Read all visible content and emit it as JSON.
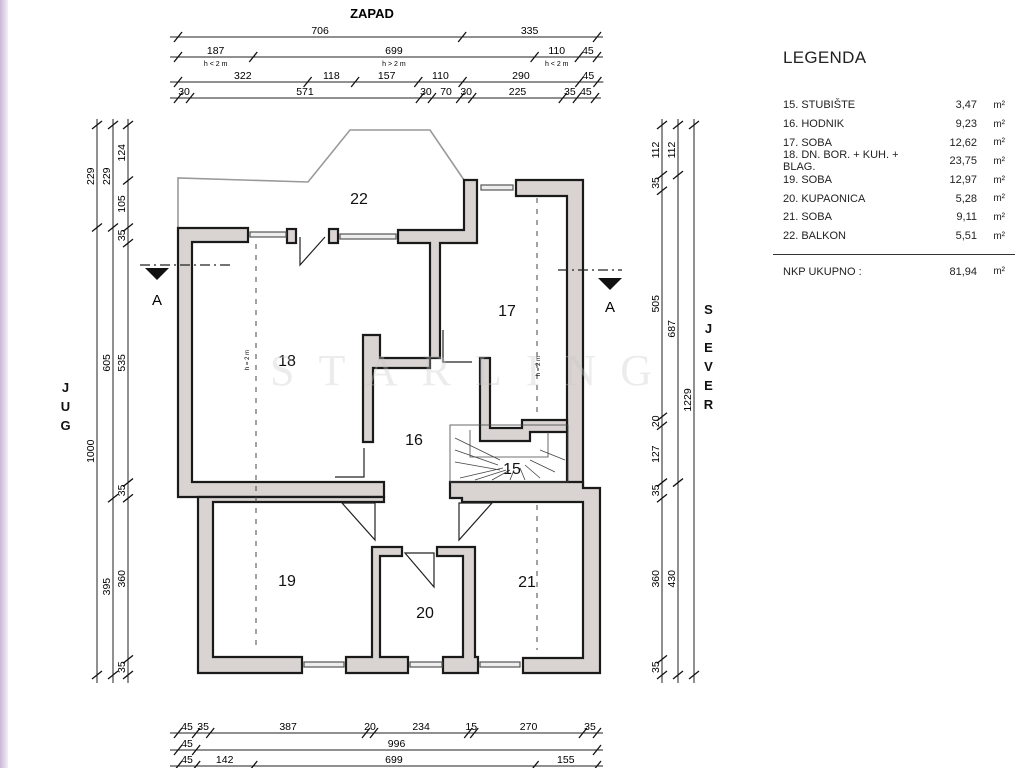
{
  "orientation": {
    "top": "ZAPAD",
    "left": "JUG",
    "right": "SJEVER"
  },
  "section_marker": "A",
  "watermark": "STARLING",
  "rooms": [
    {
      "id": "15"
    },
    {
      "id": "16"
    },
    {
      "id": "17"
    },
    {
      "id": "18"
    },
    {
      "id": "19"
    },
    {
      "id": "20"
    },
    {
      "id": "21"
    },
    {
      "id": "22"
    }
  ],
  "height_note": "h = 2 m",
  "legend": {
    "title": "LEGENDA",
    "items": [
      {
        "name": "15. STUBIŠTE",
        "area": "3,47",
        "unit": "m²"
      },
      {
        "name": "16. HODNIK",
        "area": "9,23",
        "unit": "m²"
      },
      {
        "name": "17. SOBA",
        "area": "12,62",
        "unit": "m²"
      },
      {
        "name": "18. DN. BOR. + KUH. + BLAG.",
        "area": "23,75",
        "unit": "m²"
      },
      {
        "name": "19. SOBA",
        "area": "12,97",
        "unit": "m²"
      },
      {
        "name": "20. KUPAONICA",
        "area": "5,28",
        "unit": "m²"
      },
      {
        "name": "21. SOBA",
        "area": "9,11",
        "unit": "m²"
      },
      {
        "name": "22. BALKON",
        "area": "5,51",
        "unit": "m²"
      }
    ],
    "total_label": "NKP UKUPNO :",
    "total_area": "81,94",
    "total_unit": "m²"
  },
  "dimensions": {
    "top": [
      {
        "values": [
          706,
          335
        ]
      },
      {
        "values": [
          187,
          699,
          110,
          45
        ],
        "notes": [
          "h < 2 m",
          "h > 2 m",
          "h < 2 m",
          ""
        ]
      },
      {
        "values": [
          322,
          118,
          157,
          110,
          290,
          45
        ]
      },
      {
        "values": [
          30,
          571,
          30,
          70,
          30,
          225,
          35,
          45
        ]
      }
    ],
    "bottom": [
      {
        "values": [
          45,
          35,
          387,
          20,
          234,
          15,
          270,
          35
        ]
      },
      {
        "values": [
          45,
          996
        ]
      },
      {
        "values": [
          45,
          142,
          699,
          155
        ]
      }
    ],
    "left": [
      {
        "values": [
          229,
          1000
        ]
      },
      {
        "values": [
          229,
          605,
          395
        ]
      },
      {
        "values": [
          124,
          105,
          35,
          535,
          35,
          360,
          35
        ]
      }
    ],
    "right": [
      {
        "values": [
          112,
          35,
          505,
          20,
          127,
          35,
          360,
          35
        ]
      },
      {
        "values": [
          112,
          687,
          430
        ]
      },
      {
        "values": [
          1229
        ]
      }
    ]
  }
}
